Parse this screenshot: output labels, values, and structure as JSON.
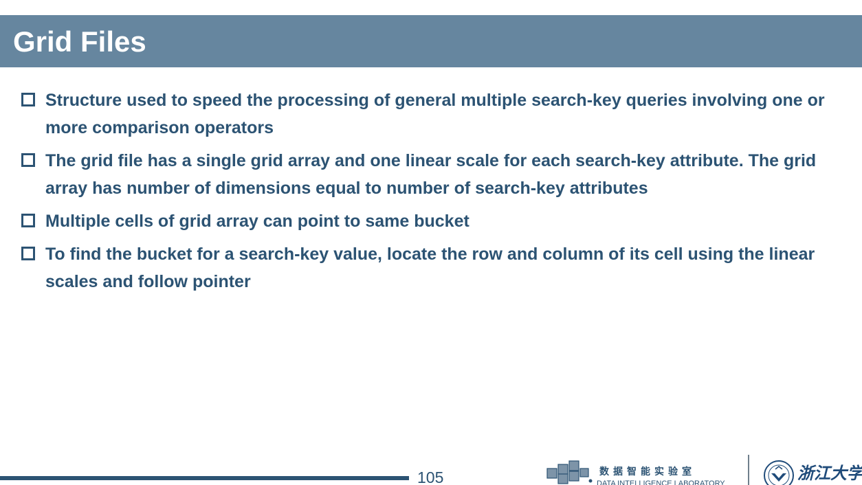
{
  "slide": {
    "title": "Grid Files",
    "page_number": "105"
  },
  "bullets": [
    {
      "text": "Structure used to speed the processing of general multiple search-key queries involving one or more comparison operators"
    },
    {
      "text": "The grid file has a single grid array and one linear scale for each search-key attribute.  The grid array has number of dimensions equal to number of search-key attributes"
    },
    {
      "text": "Multiple cells of grid array can point to same bucket"
    },
    {
      "text": "To find the bucket for a search-key value, locate the row and column of its cell using the linear scales and follow pointer"
    }
  ],
  "footer": {
    "lab_name_cn": "数据智能实验室",
    "lab_name_en": "DATA INTELLIGENCE LABORATORY",
    "university_name": "浙江大学",
    "logo_icon": "data-cubes-logo",
    "seal_icon": "university-seal"
  },
  "colors": {
    "title_bar": "#66869f",
    "text": "#2c5373"
  }
}
